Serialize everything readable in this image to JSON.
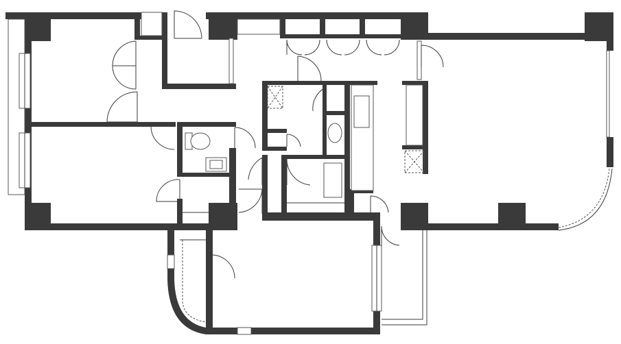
{
  "plan": {
    "colors": {
      "wall": "#3a3a3a",
      "background": "#ffffff"
    },
    "rooms": [
      "bedroom-upper-left",
      "bedroom-lower-left",
      "closet-upper",
      "hall",
      "toilet",
      "washroom",
      "bathroom",
      "kitchen",
      "living-dining",
      "bedroom-lower-center",
      "balcony-left-bay",
      "balcony-right"
    ]
  }
}
